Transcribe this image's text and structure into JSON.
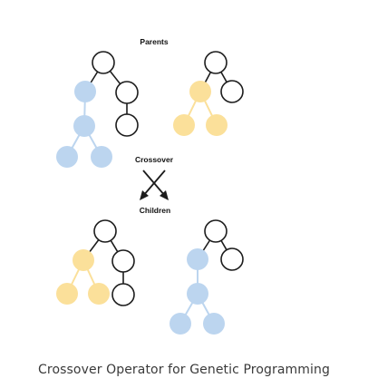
{
  "diagram": {
    "labels": {
      "parents": "Parents",
      "crossover": "Crossover",
      "children": "Children"
    },
    "colors": {
      "outline": "#1c1c1c",
      "node_white": "#ffffff",
      "node_blue": "#bcd5ef",
      "node_yellow": "#fbe09a"
    }
  },
  "caption": "Crossover Operator for Genetic Programming"
}
